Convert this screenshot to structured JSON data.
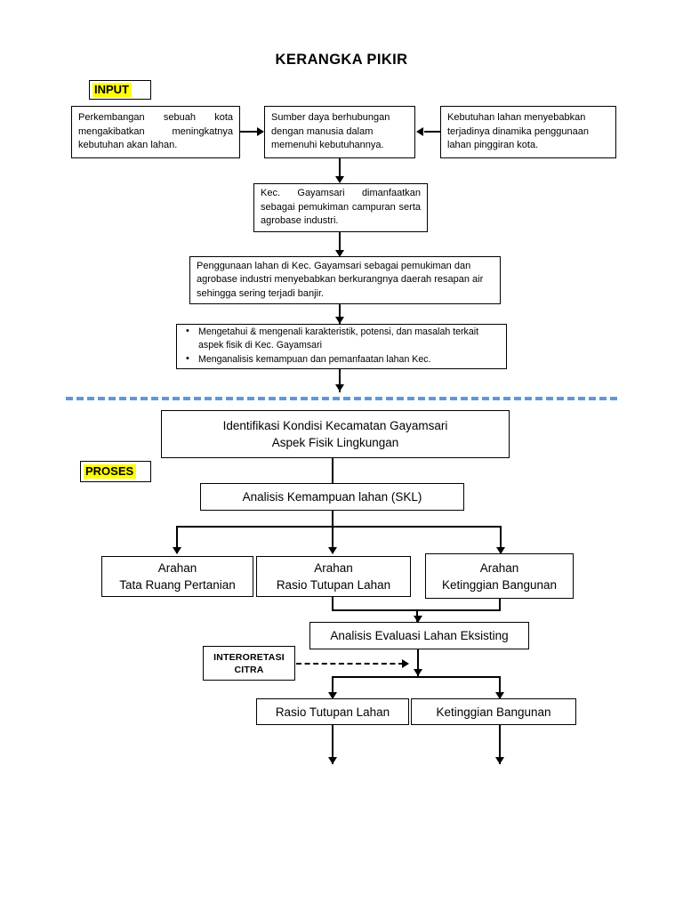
{
  "title": "KERANGKA PIKIR",
  "tags": {
    "input": "INPUT",
    "proses": "PROSES"
  },
  "colors": {
    "highlight": "#ffff00",
    "divider": "#5B9BD5",
    "stroke": "#000000",
    "background": "#ffffff"
  },
  "boxes": {
    "input_left": {
      "lines": [
        "Perkembangan sebuah kota mengakibatkan meningkatnya kebutuhan akan lahan."
      ]
    },
    "input_center": {
      "lines": [
        "Sumber daya berhubungan dengan manusia dalam memenuhi kebutuhannya."
      ]
    },
    "input_right": {
      "lines": [
        "Kebutuhan lahan menyebabkan terjadinya dinamika penggunaan lahan pinggiran kota."
      ]
    },
    "kec_gayamsari": {
      "lines": [
        "Kec. Gayamsari dimanfaatkan sebagai pemukiman campuran serta agrobase industri."
      ]
    },
    "penggunaan_lahan": {
      "lines": [
        "Penggunaan lahan di Kec. Gayamsari sebagai pemukiman dan agrobase industri menyebabkan berkurangnya daerah resapan air sehingga sering terjadi banjir."
      ]
    },
    "tujuan": {
      "bullets": [
        "Mengetahui & mengenali karakteristik, potensi, dan masalah terkait aspek fisik di Kec. Gayamsari",
        "Menganalisis kemampuan dan pemanfaatan lahan Kec."
      ]
    },
    "identifikasi": {
      "line1": "Identifikasi Kondisi Kecamatan Gayamsari",
      "line2": "Aspek Fisik Lingkungan"
    },
    "analisis_skl": {
      "label": "Analisis Kemampuan lahan (SKL)"
    },
    "arahan_1": {
      "line1": "Arahan",
      "line2": "Tata Ruang Pertanian"
    },
    "arahan_2": {
      "line1": "Arahan",
      "line2": "Rasio Tutupan Lahan"
    },
    "arahan_3": {
      "line1": "Arahan",
      "line2": "Ketinggian Bangunan"
    },
    "analisis_evaluasi": {
      "label": "Analisis Evaluasi Lahan Eksisting"
    },
    "interoretasi": {
      "line1": "INTERORETASI",
      "line2": "CITRA"
    },
    "rasio_tutupan": {
      "label": "Rasio Tutupan Lahan"
    },
    "ketinggian_bangunan": {
      "label": "Ketinggian Bangunan"
    }
  }
}
